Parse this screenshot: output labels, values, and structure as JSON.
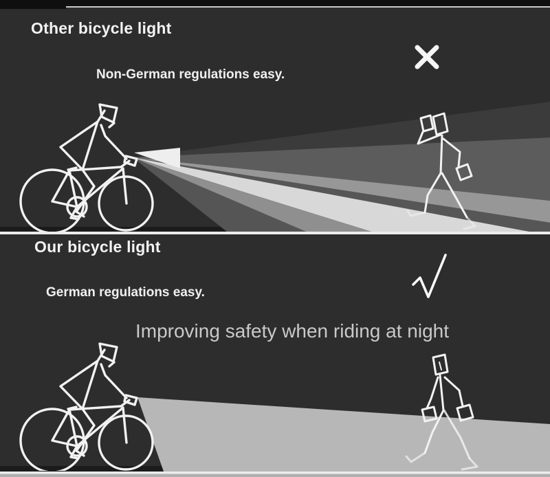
{
  "illustration": {
    "subject": "bicycle headlight beam comparison",
    "top_section": {
      "title": "Other bicycle light",
      "subtitle": "Non-German regulations easy.",
      "verdict_icon": "x-mark-icon",
      "verdict_symbol": "✕",
      "scene": "cyclist headlight glaring into walking pedestrian shielding eyes"
    },
    "bottom_section": {
      "title": "Our bicycle light",
      "subtitle": "German regulations easy.",
      "caption": "Improving safety when riding at night",
      "verdict_icon": "check-mark-icon",
      "verdict_symbol": "✓",
      "scene": "cyclist headlight with cutoff beam lighting the road, pedestrian walking comfortably"
    },
    "colors": {
      "background": "#2d2d2d",
      "top_bar": "#0f0f0f",
      "divider_line": "#ececec",
      "text_primary": "#f3f3f3",
      "caption_text": "#c9c9c9",
      "line_art": "#f2f2f2",
      "beam_faint": "#3b3b3b",
      "beam_dim": "#5c5c5c",
      "beam_mid": "#979797",
      "beam_bright": "#d8d8d8",
      "beam_flash": "#eeeeee",
      "road_beam_bottom": "#b7b7b7",
      "ground_dark": "#1b1b1b",
      "ground_light_strip": "#b0b0b0"
    }
  }
}
